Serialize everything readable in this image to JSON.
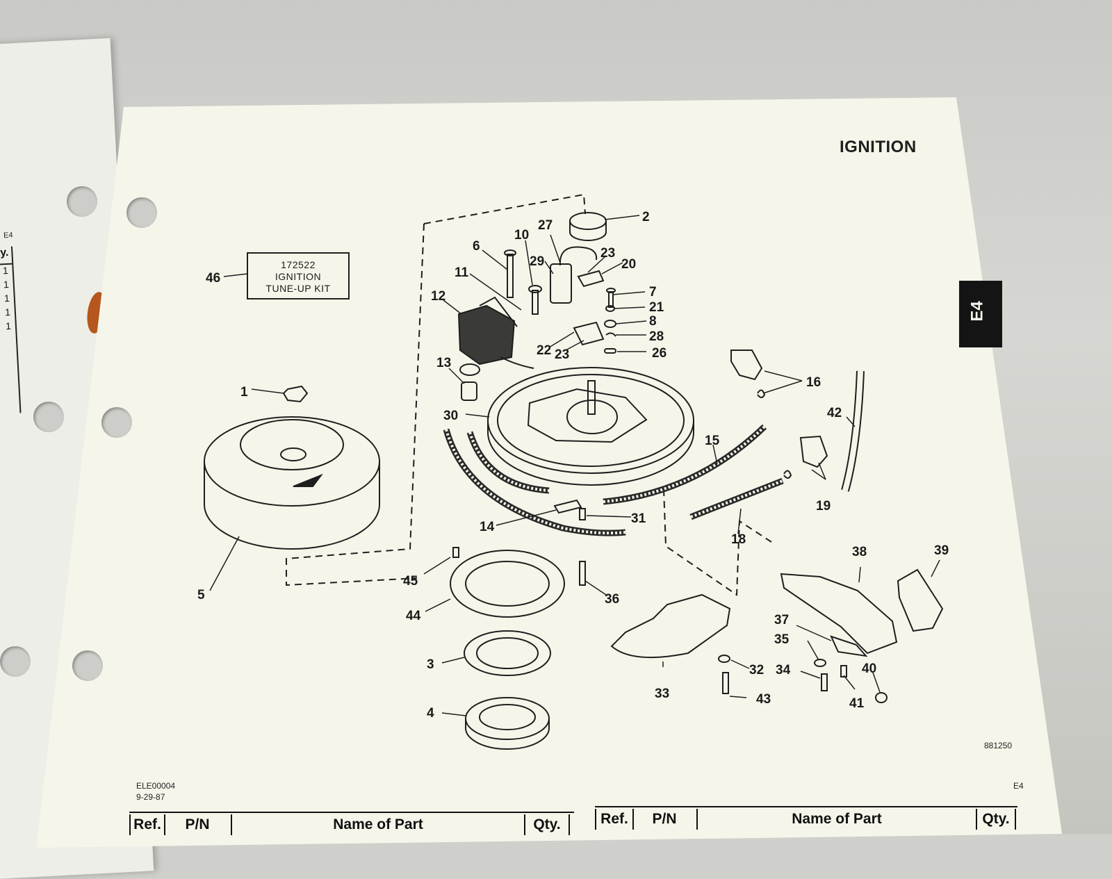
{
  "page": {
    "section_title": "IGNITION",
    "side_tab": "E4",
    "footer_code": "ELE00004",
    "footer_date": "9-29-87",
    "footer_right": "E4",
    "figure_number": "881250"
  },
  "kit_box": {
    "part_number": "172522",
    "line1": "IGNITION",
    "line2": "TUNE-UP KIT",
    "ref": "46"
  },
  "left_page": {
    "code": "E4",
    "qty_header": "ty.",
    "qty_values": [
      "1",
      "1",
      "1",
      "1",
      "1"
    ]
  },
  "callouts": [
    "1",
    "2",
    "3",
    "4",
    "5",
    "6",
    "7",
    "8",
    "10",
    "11",
    "12",
    "13",
    "14",
    "15",
    "16",
    "18",
    "19",
    "20",
    "21",
    "22",
    "23",
    "23",
    "26",
    "27",
    "28",
    "29",
    "30",
    "31",
    "32",
    "33",
    "34",
    "35",
    "36",
    "37",
    "38",
    "39",
    "40",
    "41",
    "42",
    "43",
    "44",
    "45",
    "46"
  ],
  "tables": [
    {
      "headers": [
        "Ref.",
        "P/N",
        "Name of Part",
        "Qty."
      ]
    },
    {
      "headers": [
        "Ref.",
        "P/N",
        "Name of Part",
        "Qty."
      ]
    }
  ]
}
